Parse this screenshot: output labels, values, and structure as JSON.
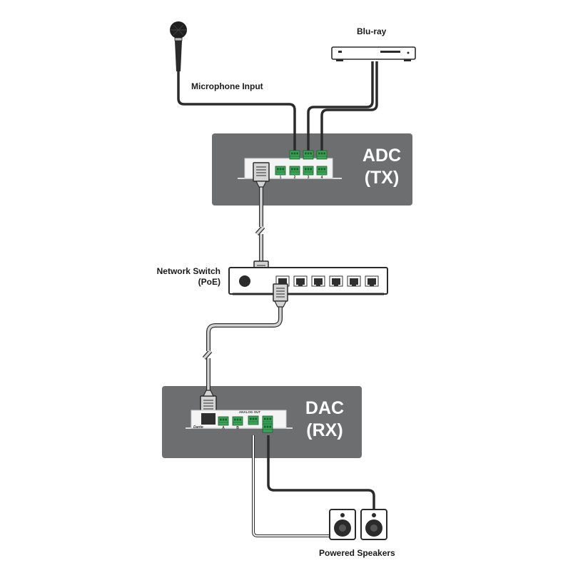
{
  "labels": {
    "bluray": "Blu-ray",
    "microphone": "Microphone Input",
    "switch_line1": "Network Switch",
    "switch_line2": "(PoE)",
    "speakers": "Powered Speakers"
  },
  "adc": {
    "line1": "ADC",
    "line2": "(TX)",
    "ports": [
      "1",
      "2",
      "3",
      "4"
    ]
  },
  "dac": {
    "line1": "DAC",
    "line2": "(RX)",
    "brand": "Dante",
    "header": "ANALOG OUT",
    "ports": [
      "A",
      "B"
    ]
  },
  "colors": {
    "panel": "#6d6e70",
    "cable_dark": "#2b2b2b",
    "cable_light": "#d4d4d4",
    "connector_green": "#3aa657"
  }
}
